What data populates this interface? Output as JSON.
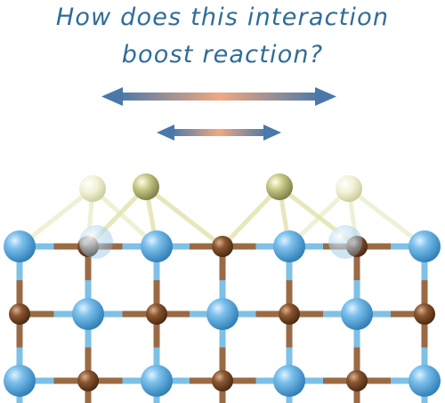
{
  "heading": {
    "line1": "How does this interaction",
    "line2": "boost reaction?"
  },
  "colors": {
    "title": "#2f6c98",
    "arrow_end": "#4a78a8",
    "arrow_mid": "#f0a882",
    "metal_atom": "#5ba3d6",
    "nonmetal_atom": "#7a4a2a",
    "adsorbate_bright": "#c9c98a",
    "adsorbate_faded": "#eeeec8",
    "bond_blue": "#7ec0e6",
    "bond_brown": "#9a6a44",
    "bond_yellow": "#e4e4b4"
  },
  "icons": {
    "long_arrow": "double-headed-arrow",
    "short_arrow": "double-headed-arrow"
  }
}
